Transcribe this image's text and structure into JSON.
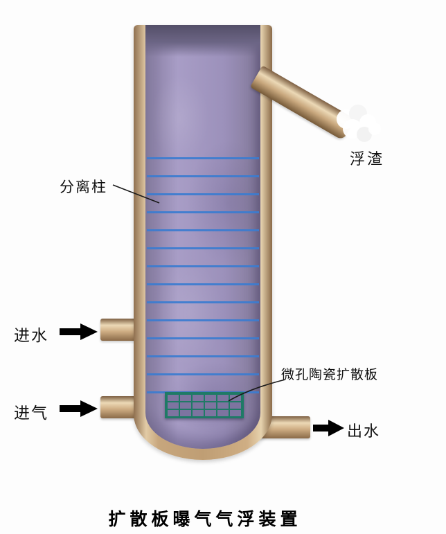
{
  "title": "扩散板曝气气浮装置",
  "labels": {
    "scum": "浮渣",
    "separation_column": "分离柱",
    "water_inlet": "进水",
    "air_inlet": "进气",
    "diffuser_plate": "微孔陶瓷扩散板",
    "water_outlet": "出水"
  },
  "colors": {
    "column_wall": "#c7a67d",
    "liquid": "#9c91bb",
    "water_line_blue": "#3b7cd0",
    "diffuser_grid_green": "#1f7a66",
    "foam_white": "#ffffff",
    "arrow_black": "#000000"
  }
}
